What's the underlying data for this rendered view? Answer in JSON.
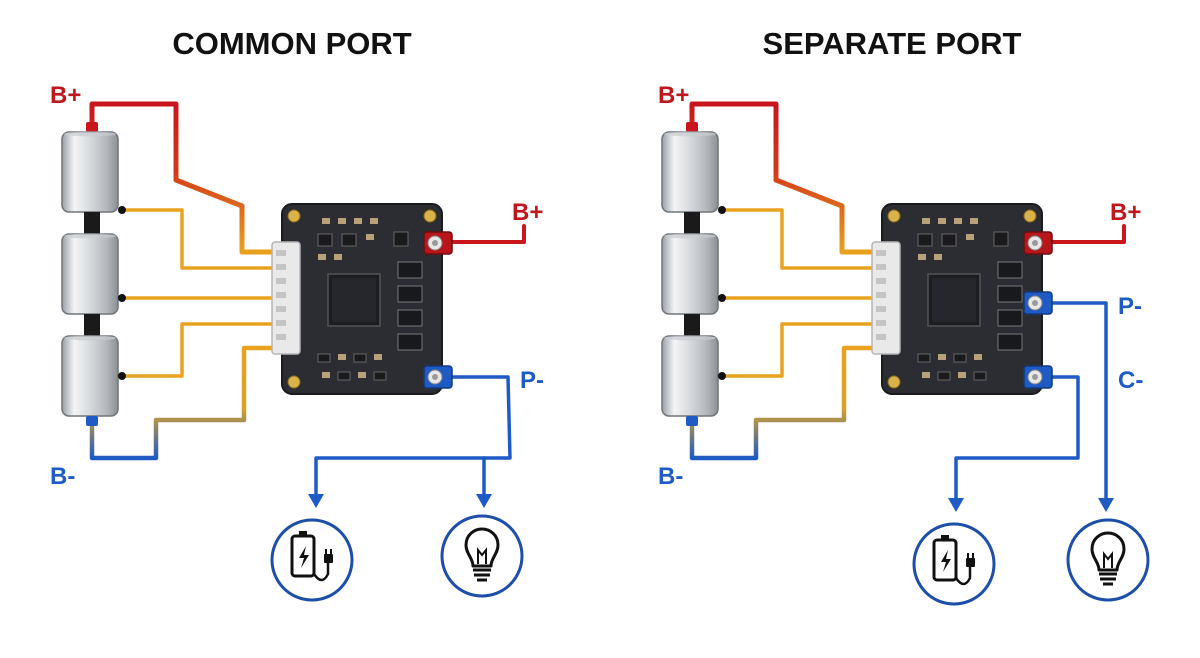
{
  "panels": {
    "common": {
      "title": "COMMON PORT",
      "label_battery_pos": "B+",
      "label_battery_neg": "B-",
      "label_board_pos": "B+",
      "label_port_neg": "P-"
    },
    "separate": {
      "title": "SEPARATE PORT",
      "label_battery_pos": "B+",
      "label_battery_neg": "B-",
      "label_board_pos": "B+",
      "label_discharge_neg": "P-",
      "label_charge_neg": "C-"
    }
  },
  "icons": [
    "battery-charging-icon",
    "light-bulb-icon"
  ],
  "colors": {
    "positive_wire": "#c8161c",
    "negative_wire": "#1f5bc4",
    "balance_wire": "#e8a21e",
    "board": "#2b2d33",
    "title": "#111111"
  }
}
